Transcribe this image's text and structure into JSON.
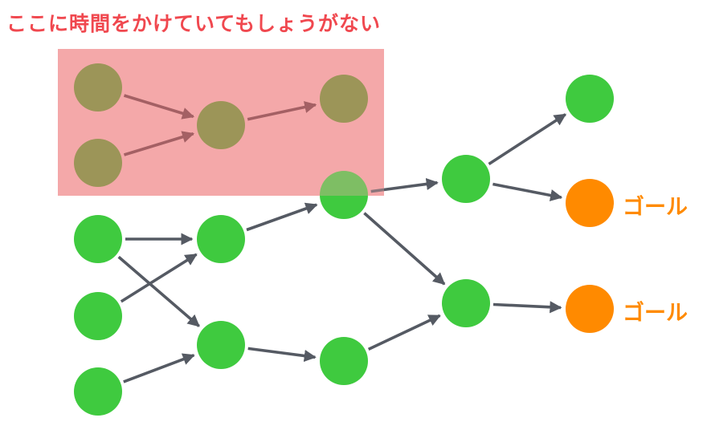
{
  "title": "ここに時間をかけていてもしょうがない",
  "goal_labels": [
    "ゴール",
    "ゴール"
  ],
  "colors": {
    "title": "#f0484f",
    "highlight": "#f4a8aa",
    "node": "#3fca3f",
    "node_highlighted": "#6e8a2d",
    "goal": "#ff8a00",
    "arrow": "#555a63",
    "arrow_highlighted": "#7a3a3f"
  },
  "nodes": [
    {
      "id": "top-src-1",
      "kind": "highlighted"
    },
    {
      "id": "top-src-2",
      "kind": "highlighted"
    },
    {
      "id": "top-mid",
      "kind": "highlighted"
    },
    {
      "id": "top-end",
      "kind": "highlighted"
    },
    {
      "id": "junction",
      "kind": "normal"
    },
    {
      "id": "src-1",
      "kind": "normal"
    },
    {
      "id": "src-2",
      "kind": "normal"
    },
    {
      "id": "src-3",
      "kind": "normal"
    },
    {
      "id": "mid-1",
      "kind": "normal"
    },
    {
      "id": "mid-2",
      "kind": "normal"
    },
    {
      "id": "mid-3",
      "kind": "normal"
    },
    {
      "id": "right-1",
      "kind": "normal"
    },
    {
      "id": "right-2",
      "kind": "normal"
    },
    {
      "id": "end-top",
      "kind": "normal"
    },
    {
      "id": "goal-1",
      "kind": "goal"
    },
    {
      "id": "goal-2",
      "kind": "goal"
    }
  ],
  "edges": [
    {
      "from": "top-src-1",
      "to": "top-mid",
      "kind": "highlighted"
    },
    {
      "from": "top-src-2",
      "to": "top-mid",
      "kind": "highlighted"
    },
    {
      "from": "top-mid",
      "to": "top-end",
      "kind": "highlighted"
    },
    {
      "from": "src-1",
      "to": "mid-1",
      "kind": "normal"
    },
    {
      "from": "src-1",
      "to": "mid-2",
      "kind": "normal"
    },
    {
      "from": "src-2",
      "to": "mid-1",
      "kind": "normal"
    },
    {
      "from": "src-3",
      "to": "mid-2",
      "kind": "normal"
    },
    {
      "from": "mid-1",
      "to": "junction",
      "kind": "normal"
    },
    {
      "from": "mid-2",
      "to": "mid-3",
      "kind": "normal"
    },
    {
      "from": "mid-3",
      "to": "right-2",
      "kind": "normal"
    },
    {
      "from": "junction",
      "to": "right-1",
      "kind": "normal"
    },
    {
      "from": "junction",
      "to": "right-2",
      "kind": "normal"
    },
    {
      "from": "right-1",
      "to": "end-top",
      "kind": "normal"
    },
    {
      "from": "right-1",
      "to": "goal-1",
      "kind": "normal"
    },
    {
      "from": "right-2",
      "to": "goal-2",
      "kind": "normal"
    }
  ]
}
